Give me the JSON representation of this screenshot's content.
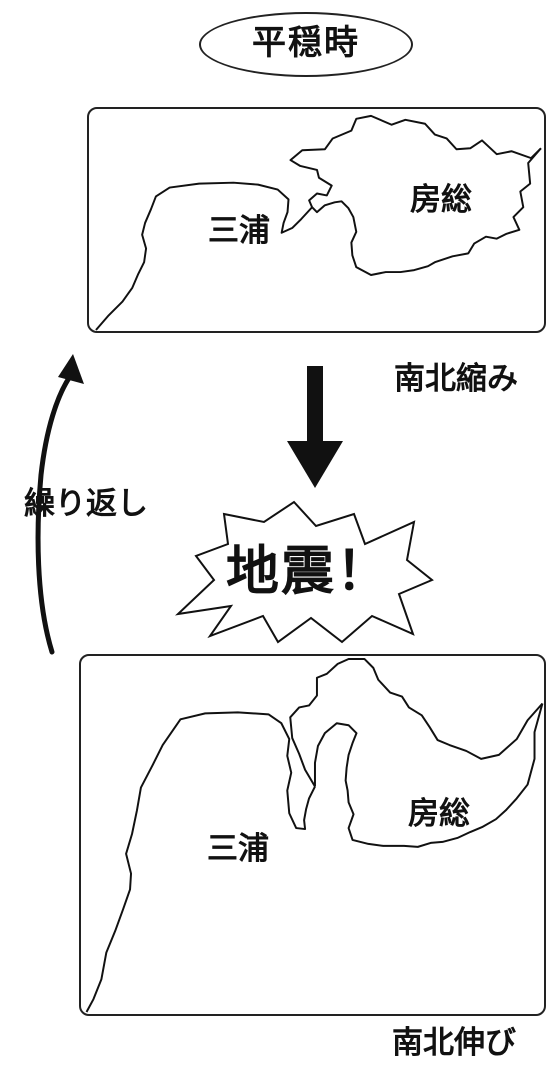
{
  "title": "平穏時",
  "top_panel": {
    "left_label": "三浦",
    "right_label": "房総",
    "caption": "南北縮み"
  },
  "bottom_panel": {
    "left_label": "三浦",
    "right_label": "房総",
    "caption": "南北伸び"
  },
  "cycle_label": "繰り返し",
  "event_label": "地震！"
}
